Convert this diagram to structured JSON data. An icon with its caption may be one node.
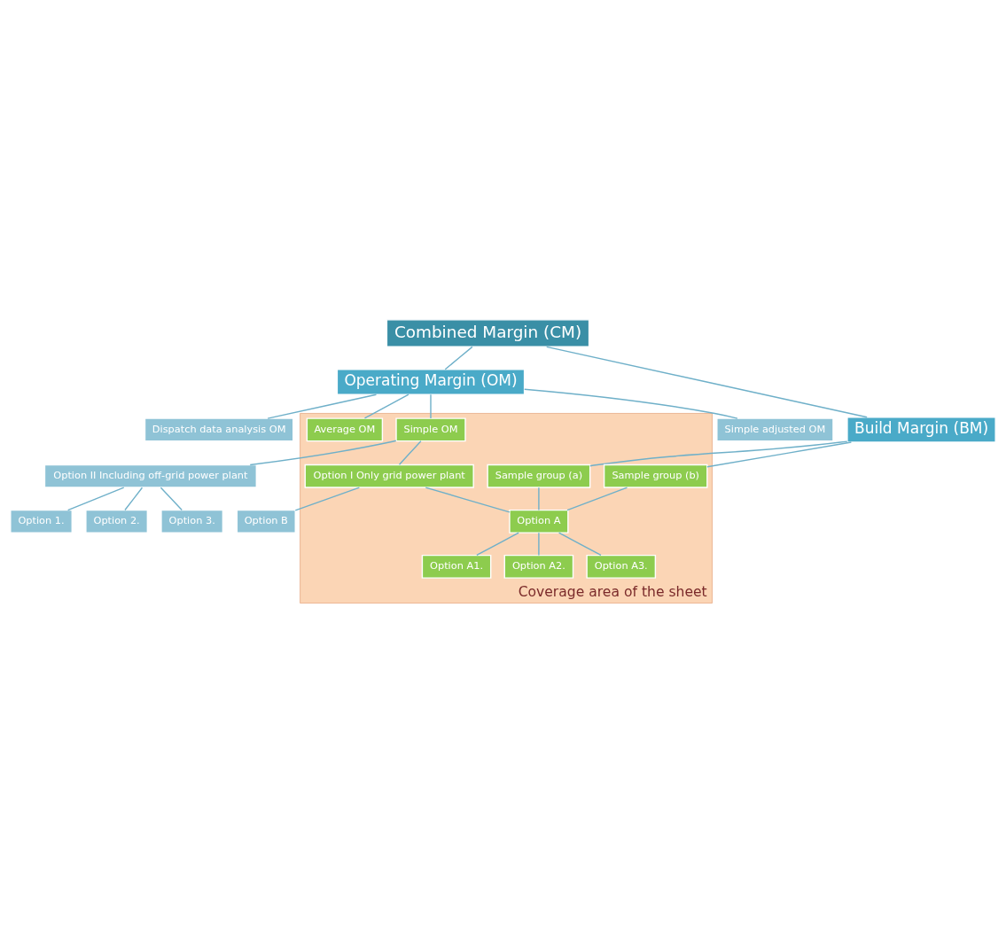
{
  "diagram": {
    "nodes": [
      {
        "text": [
          "Combined Margin (CM)"
        ]
      },
      {
        "text": [
          "Operating Margin (OM)"
        ]
      },
      {
        "text": [
          "Build Margin (BM)"
        ]
      },
      {
        "text": [
          "Simple adjusted OM"
        ]
      },
      {
        "text": [
          "Dispatch data analysis OM"
        ]
      },
      {
        "text": [
          "Coverage area of the sheet"
        ]
      },
      {
        "text": [
          "Simple OM"
        ],
        "in": 5
      },
      {
        "text": [
          "Average OM"
        ],
        "in": 5
      },
      {
        "text": [
          "Sample group (a)"
        ],
        "in": 5
      },
      {
        "text": [
          "Sample group (b)"
        ],
        "in": 5
      },
      {
        "text": [
          "Option II Including off-grid power plant"
        ]
      },
      {
        "text": [
          "Option I Only grid power plant"
        ],
        "in": 5
      },
      {
        "text": [
          "Option 1."
        ]
      },
      {
        "text": [
          "Option 2."
        ]
      },
      {
        "text": [
          "Option 3."
        ]
      },
      {
        "text": [
          "Option B"
        ]
      },
      {
        "text": [
          "Option A"
        ],
        "in": 5
      },
      {
        "text": [
          "Option A1."
        ],
        "in": 5
      },
      {
        "text": [
          "Option A2."
        ],
        "in": 5
      },
      {
        "text": [
          "Option A3."
        ],
        "in": 5
      }
    ],
    "edges": [
      {
        "from": 0,
        "to": 1,
        "arrow": "none"
      },
      {
        "from": 0,
        "to": 2,
        "arrow": "none"
      },
      {
        "from": 1,
        "to": 3,
        "arrow": "none"
      },
      {
        "from": 1,
        "to": 4,
        "arrow": "none"
      },
      {
        "from": 1,
        "to": 6,
        "arrow": "none"
      },
      {
        "from": 1,
        "to": 7,
        "arrow": "none"
      },
      {
        "from": 2,
        "to": 8,
        "arrow": "none"
      },
      {
        "from": 2,
        "to": 9,
        "arrow": "none"
      },
      {
        "from": 6,
        "to": 10,
        "arrow": "none"
      },
      {
        "from": 6,
        "to": 11,
        "arrow": "none"
      },
      {
        "from": 10,
        "to": 12,
        "arrow": "none"
      },
      {
        "from": 10,
        "to": 13,
        "arrow": "none"
      },
      {
        "from": 10,
        "to": 14,
        "arrow": "none"
      },
      {
        "from": 11,
        "to": 15,
        "arrow": "none"
      },
      {
        "from": 11,
        "to": 16,
        "arrow": "none"
      },
      {
        "from": 8,
        "to": 16,
        "arrow": "none"
      },
      {
        "from": 9,
        "to": 16,
        "arrow": "none"
      },
      {
        "from": 16,
        "to": 17,
        "arrow": "none"
      },
      {
        "from": 16,
        "to": 18,
        "arrow": "none"
      },
      {
        "from": 16,
        "to": 19,
        "arrow": "none"
      }
    ]
  }
}
